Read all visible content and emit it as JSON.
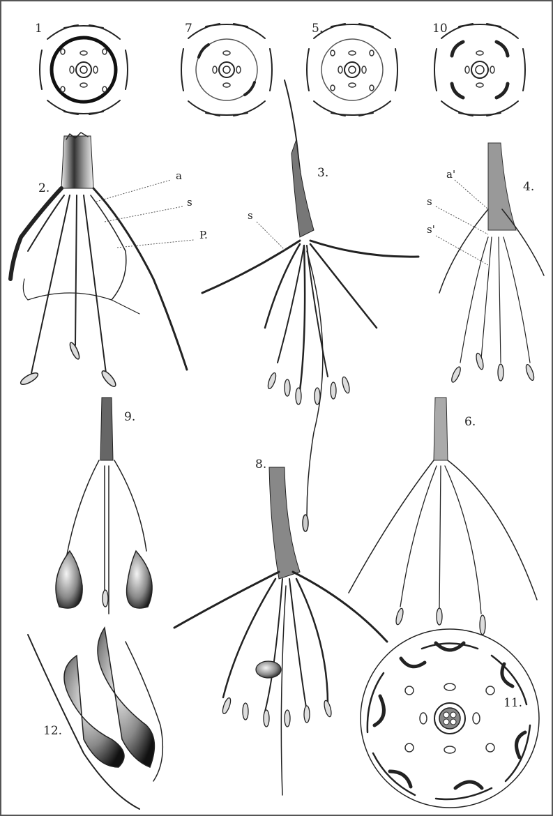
{
  "plate": {
    "figure_numbers": [
      "1",
      "7",
      "5.",
      "10",
      "2.",
      "3.",
      "4.",
      "9.",
      "8.",
      "6.",
      "11.",
      "12."
    ],
    "part_labels": {
      "fig2": [
        "a",
        "s",
        "P."
      ],
      "fig3": [
        "s"
      ],
      "fig4": [
        "a'",
        "s",
        "s'"
      ]
    },
    "colors": {
      "ink": "#222222",
      "paper": "#ffffff",
      "frame": "#555555"
    }
  }
}
